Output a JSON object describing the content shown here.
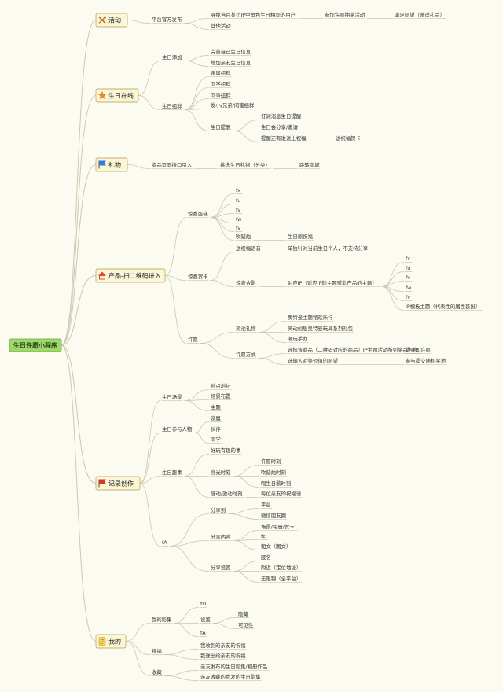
{
  "root": {
    "label": "生日许愿小程序",
    "color": "#9ed86a",
    "border": "#6aa63a"
  },
  "branches": [
    {
      "label": "活动",
      "icon": "tools-icon",
      "children": [
        {
          "label": "平台官方发布",
          "children": [
            {
              "label": "寻找当月某个IP中角色生日相同的用户",
              "children": [
                {
                  "label": "参加许愿抽奖活动",
                  "children": [
                    {
                      "label": "满足愿望（赠送礼品）"
                    }
                  ]
                }
              ]
            },
            {
              "label": "其他活动"
            }
          ]
        }
      ]
    },
    {
      "label": "生日在线",
      "icon": "star-icon",
      "children": [
        {
          "label": "生日添加",
          "children": [
            {
              "label": "完善自己生日信息"
            },
            {
              "label": "增加亲友生日信息"
            }
          ]
        },
        {
          "label": "生日组群",
          "children": [
            {
              "label": "亲属组群"
            },
            {
              "label": "同学组群"
            },
            {
              "label": "同事组群"
            },
            {
              "label": "发小/兄弟/闺蜜组群"
            },
            {
              "label": "生日提醒",
              "children": [
                {
                  "label": "订阅消息生日提醒"
                },
                {
                  "label": "生日会分享/邀请"
                },
                {
                  "label": "提醒还有谁送上祝福",
                  "children": [
                    {
                      "label": "送祝福贺卡"
                    }
                  ]
                }
              ]
            }
          ]
        }
      ]
    },
    {
      "label": "礼物",
      "icon": "flag-icon",
      "children": [
        {
          "label": "商品页面接口引入",
          "children": [
            {
              "label": "挑选生日礼物（分类）",
              "children": [
                {
                  "label": "跳转商城"
                }
              ]
            }
          ]
        }
      ]
    },
    {
      "label": "产品-扫二维码进入",
      "icon": "home-icon",
      "children": [
        {
          "label": "惊喜蛋糕",
          "children": [
            {
              "label": "fx"
            },
            {
              "label": "fu"
            },
            {
              "label": "fv"
            },
            {
              "label": "fw"
            },
            {
              "label": "fv"
            },
            {
              "label": "吹蜡烛",
              "children": [
                {
                  "label": "生日歌祝福"
                }
              ]
            }
          ]
        },
        {
          "label": "惊喜贺卡",
          "children": [
            {
              "label": "送祝福语音",
              "children": [
                {
                  "label": "单独针对当前生日个人，不支持分享"
                }
              ]
            },
            {
              "label": "惊喜合影",
              "children": [
                {
                  "label": "对应IP（对应IP的主题或此产品的主题）",
                  "children": [
                    {
                      "label": "fx"
                    },
                    {
                      "label": "fu"
                    },
                    {
                      "label": "fv"
                    },
                    {
                      "label": "fw"
                    },
                    {
                      "label": "fv"
                    },
                    {
                      "label": "IP模板主题（代表性的属性装扮）"
                    }
                  ]
                }
              ]
            }
          ]
        },
        {
          "label": "许愿",
          "children": [
            {
              "label": "奖池礼物",
              "children": [
                {
                  "label": "奥特曼主题馆欢乐行"
                },
                {
                  "label": "灵动创想奥特曼玩具系列礼包"
                },
                {
                  "label": "潮玩手办"
                }
              ]
            },
            {
              "label": "许愿方式",
              "children": [
                {
                  "label": "选择该商品（二维码对应的商品）IP主题活动所列奖品名称",
                  "children": [
                    {
                      "label": "提交即许愿"
                    }
                  ]
                },
                {
                  "label": "选输入对等价值的愿望",
                  "children": [
                    {
                      "label": "参与提交随机奖池"
                    }
                  ]
                }
              ]
            }
          ]
        }
      ]
    },
    {
      "label": "记录创作",
      "icon": "flag-icon",
      "children": [
        {
          "label": "生日场景",
          "children": [
            {
              "label": "地点地址"
            },
            {
              "label": "场景布置"
            },
            {
              "label": "主题"
            }
          ]
        },
        {
          "label": "生日参与人物",
          "children": [
            {
              "label": "亲属"
            },
            {
              "label": "伙伴"
            },
            {
              "label": "同学"
            }
          ]
        },
        {
          "label": "生日趣事",
          "children": [
            {
              "label": "好玩有趣的事"
            },
            {
              "label": "高光时刻",
              "children": [
                {
                  "label": "许愿时刻"
                },
                {
                  "label": "吹蜡烛时刻"
                },
                {
                  "label": "唱生日歌时刻"
                }
              ]
            },
            {
              "label": "感动/激动时刻",
              "children": [
                {
                  "label": "每位亲友的祝福语"
                }
              ]
            }
          ]
        },
        {
          "label": "fA",
          "children": [
            {
              "label": "分享到",
              "children": [
                {
                  "label": "平台"
                },
                {
                  "label": "微信朋友圈"
                }
              ]
            },
            {
              "label": "分享内容",
              "children": [
                {
                  "label": "场景/相册/贺卡"
                },
                {
                  "label": "fz"
                },
                {
                  "label": "短文（图文）"
                }
              ]
            },
            {
              "label": "分享设置",
              "children": [
                {
                  "label": "匿名"
                },
                {
                  "label": "附近（定位地址）"
                },
                {
                  "label": "无限制（全平台）"
                }
              ]
            }
          ]
        }
      ]
    },
    {
      "label": "我的",
      "icon": "note-icon",
      "children": [
        {
          "label": "我的影集",
          "children": [
            {
              "label": "fD"
            },
            {
              "label": "设置",
              "children": [
                {
                  "label": "隐藏"
                },
                {
                  "label": "可见性"
                }
              ]
            },
            {
              "label": "fA"
            }
          ]
        },
        {
          "label": "祝福",
          "children": [
            {
              "label": "我收到的亲友的祝福"
            },
            {
              "label": "我送出给亲友的祝福"
            }
          ]
        },
        {
          "label": "收藏",
          "children": [
            {
              "label": "亲友发布的生日影集/相册作品"
            },
            {
              "label": "亲友收藏的我发的生日影集"
            }
          ]
        }
      ]
    }
  ]
}
